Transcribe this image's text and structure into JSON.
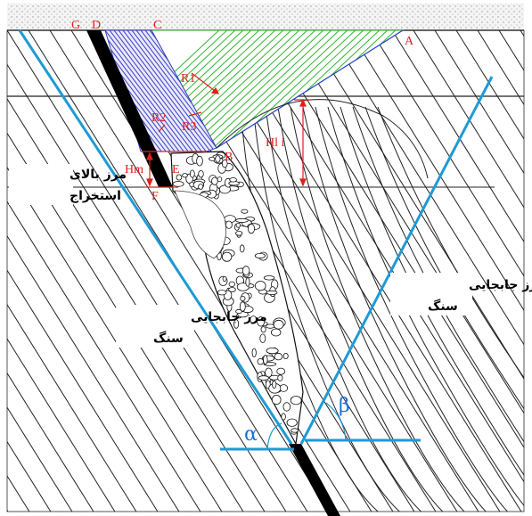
{
  "points": {
    "G": "G",
    "D": "D",
    "C": "C",
    "A": "A",
    "B": "B",
    "E": "E",
    "F": "F"
  },
  "radii": {
    "r1": "R1",
    "r2": "R2",
    "r3": "R3"
  },
  "heights": {
    "hm": "Hm",
    "hli": "Hl i"
  },
  "angles": {
    "alpha": "α",
    "beta": "β"
  },
  "labels": {
    "extraction_upper_boundary": [
      "مرز بالای",
      "استخراج"
    ],
    "rock_displacement_boundary_left": [
      "مرز جابجایی",
      "سنگ"
    ],
    "rock_displacement_boundary_right": [
      "مرز جابجایی",
      "سنگ"
    ]
  },
  "colors": {
    "boundary_blue": "#1e9ad6",
    "dim_red": "#e0201a",
    "hatch_green": "#2fb52f",
    "hatch_blue": "#3a3fc4",
    "ore_body": "#000000"
  }
}
